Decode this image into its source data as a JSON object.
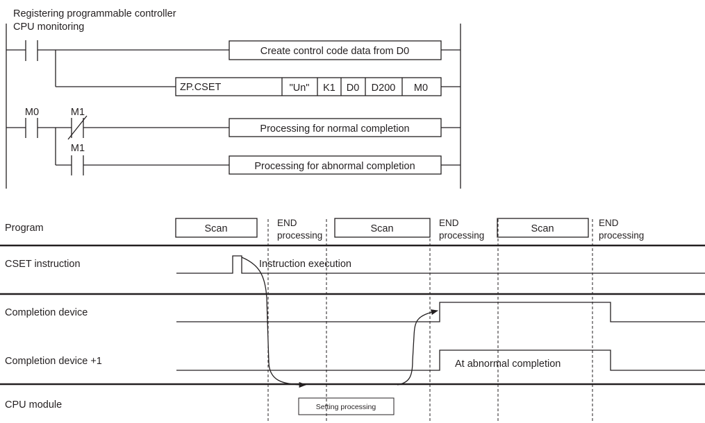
{
  "ladder": {
    "rung1_comment_line1": "Registering programmable controller",
    "rung1_comment_line2": "CPU monitoring",
    "create_box": "Create control code data from D0",
    "instruction": {
      "name": "ZP.CSET",
      "operands": [
        "\"Un\"",
        "K1",
        "D0",
        "D200",
        "M0"
      ]
    },
    "contact_m0": "M0",
    "contact_m1_nc": "M1",
    "contact_m1_no": "M1",
    "normal_box": "Processing for normal completion",
    "abnormal_box": "Processing for abnormal completion"
  },
  "timing": {
    "rows": {
      "program": "Program",
      "cset": "CSET instruction",
      "completion": "Completion device",
      "completion_plus1": "Completion device +1",
      "cpu": "CPU module"
    },
    "scan_label": "Scan",
    "end_line1": "END",
    "end_line2": "processing",
    "instruction_execution": "Instruction execution",
    "abnormal_completion": "At abnormal completion",
    "setting_processing": "Setting processing"
  },
  "icons": {
    "normally_open_contact": "no-contact-icon",
    "normally_closed_contact": "nc-contact-icon",
    "arrow": "arrow-icon"
  }
}
